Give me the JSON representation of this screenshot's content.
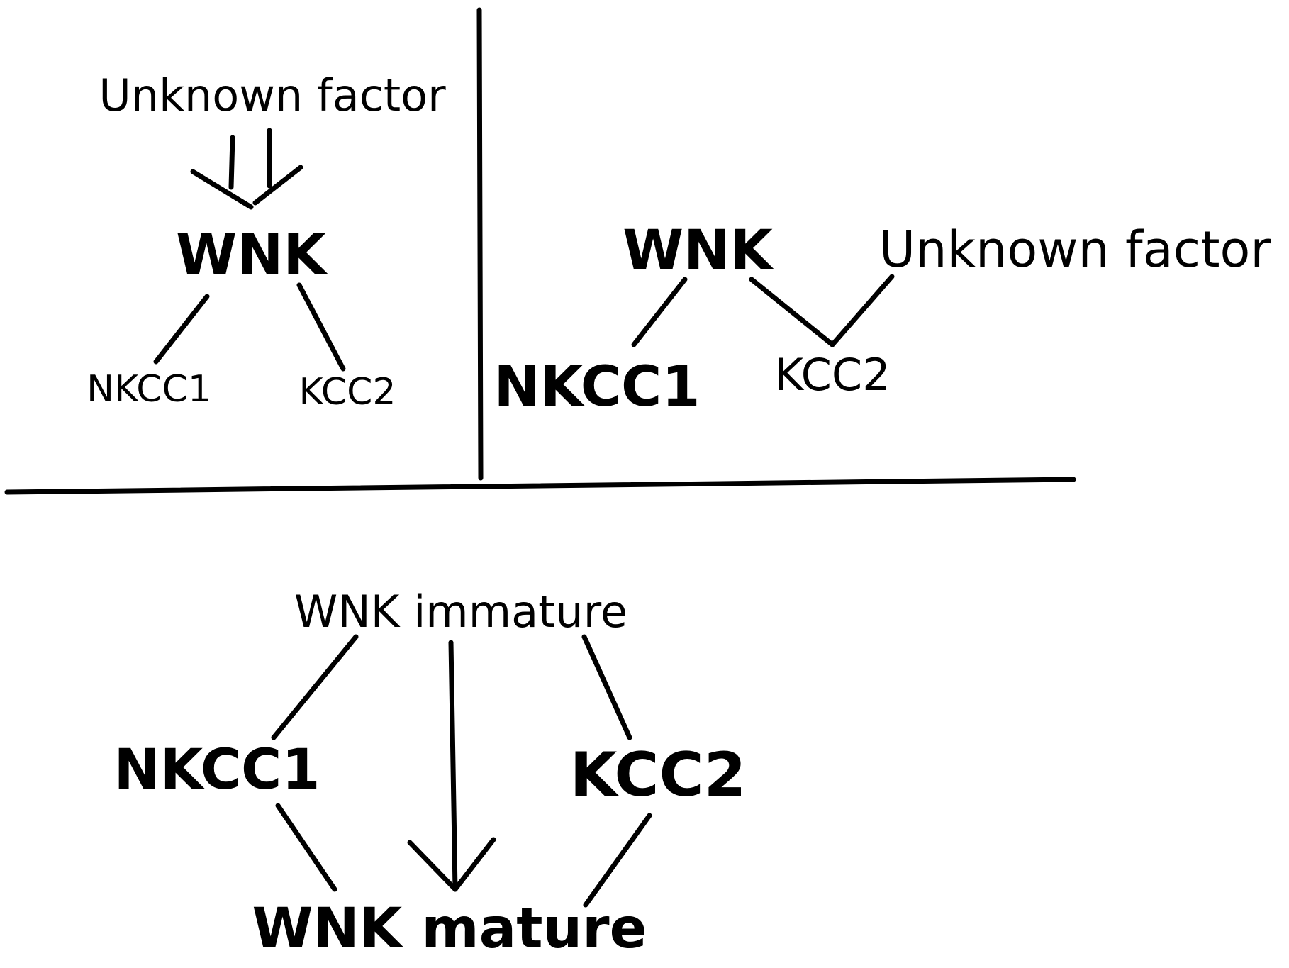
{
  "panels": {
    "top_left": {
      "input_label": "Unknown factor",
      "kinase_label": "WNK",
      "left_target_label": "NKCC1",
      "right_target_label": "KCC2"
    },
    "top_right": {
      "kinase_label": "WNK",
      "input_label": "Unknown factor",
      "left_target_label": "NKCC1",
      "right_target_label": "KCC2"
    },
    "bottom": {
      "upstream_label": "WNK immature",
      "left_label": "NKCC1",
      "right_label": "KCC2",
      "downstream_label": "WNK mature"
    }
  }
}
